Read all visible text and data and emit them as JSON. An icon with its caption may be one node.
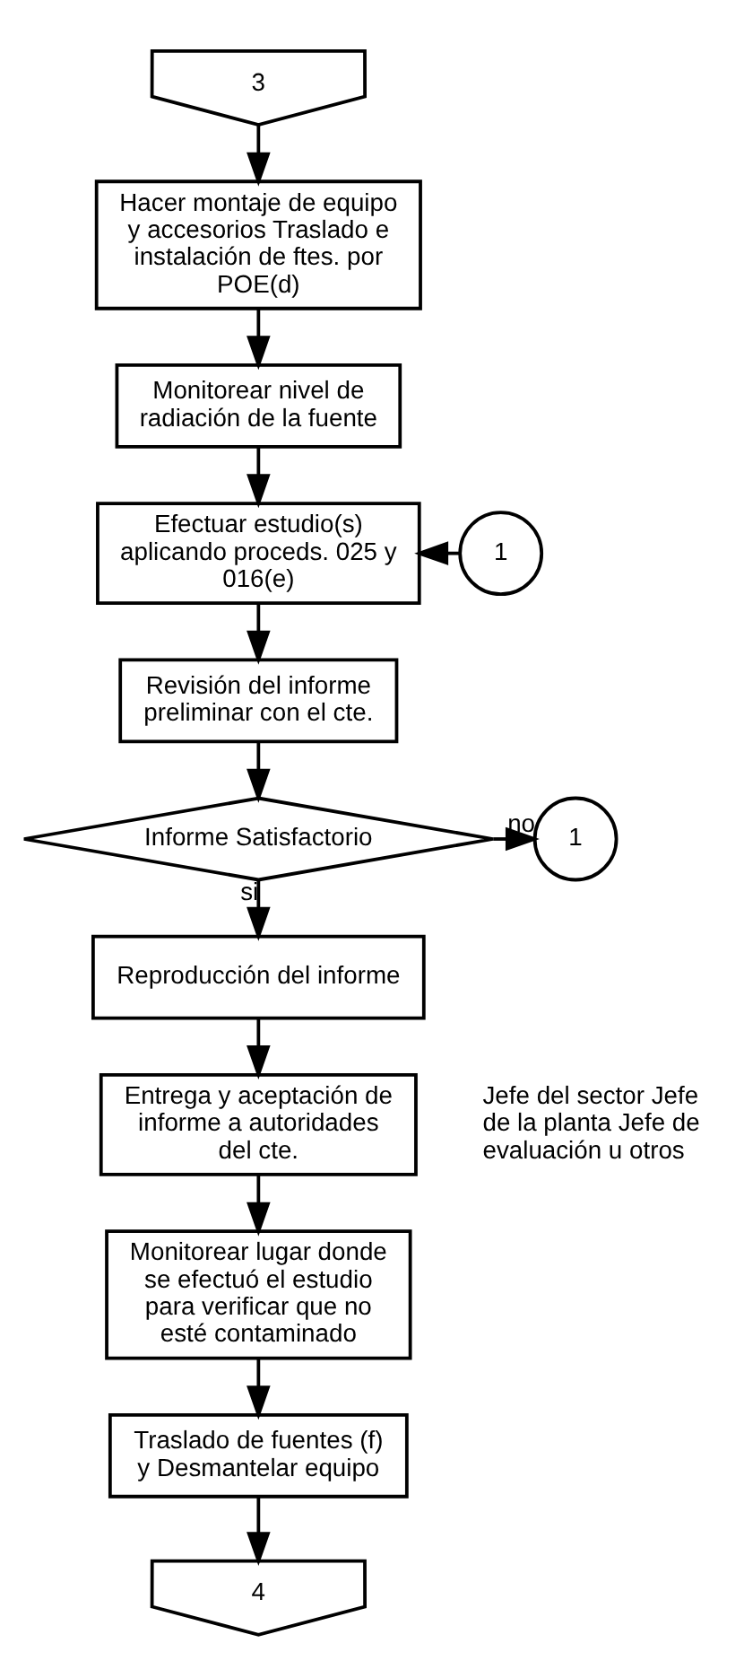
{
  "diagram": {
    "nodes": [
      {
        "text": [
          "3"
        ]
      },
      {
        "text": [
          "Hacer montaje de equipo y accesorios Traslado e instalación de ftes. por POE(d)"
        ]
      },
      {
        "text": [
          "Monitorear nivel de radiación de la fuente"
        ]
      },
      {
        "text": [
          "1"
        ]
      },
      {
        "text": [
          "Efectuar estudio(s) aplicando proceds. 025 y 016(e)"
        ]
      },
      {
        "text": [
          "Revisión del informe preliminar con el cte."
        ]
      },
      {
        "text": [
          "Informe Satisfactorio"
        ]
      },
      {
        "text": [
          "1"
        ]
      },
      {
        "text": [
          "Reproducción del informe"
        ]
      },
      {
        "text": [
          "Entrega y aceptación de informe a autoridades del cte."
        ],
        "beside": [
          "Jefe del sector Jefe de la planta Jefe de evaluación u otros"
        ]
      },
      {
        "text": [
          "Monitorear lugar donde se efectuó el estudio para verificar que no esté contaminado"
        ]
      },
      {
        "text": [
          "Traslado de fuentes (f) y Desmantelar equipo"
        ]
      },
      {
        "text": [
          "4"
        ]
      }
    ],
    "edges": [
      {
        "from": 0,
        "to": 1,
        "arrow": "to"
      },
      {
        "from": 1,
        "to": 2,
        "arrow": "to"
      },
      {
        "from": 2,
        "to": 4,
        "arrow": "to"
      },
      {
        "from": 3,
        "to": 4,
        "arrow": "to"
      },
      {
        "from": 4,
        "to": 5,
        "arrow": "to"
      },
      {
        "from": 5,
        "to": 6,
        "arrow": "to"
      },
      {
        "from": 6,
        "to": 7,
        "arrow": "to",
        "label": "no"
      },
      {
        "from": 6,
        "to": 8,
        "arrow": "to",
        "label": "si"
      },
      {
        "from": 8,
        "to": 9,
        "arrow": "to"
      },
      {
        "from": 9,
        "to": 10,
        "arrow": "to"
      },
      {
        "from": 10,
        "to": 11,
        "arrow": "to"
      },
      {
        "from": 11,
        "to": 12,
        "arrow": "to"
      }
    ]
  }
}
